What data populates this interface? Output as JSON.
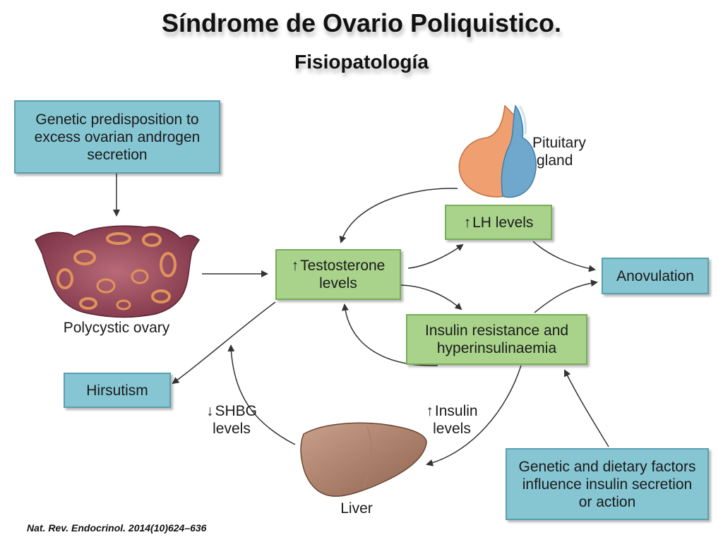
{
  "header": {
    "title": "Síndrome de Ovario Poliquistico.",
    "subtitle": "Fisiopatología"
  },
  "boxes": {
    "genetic_predisposition": "Genetic predisposition to excess ovarian androgen secretion",
    "testosterone_line1": "Testosterone",
    "testosterone_line2": "levels",
    "lh_levels": "LH levels",
    "anovulation": "Anovulation",
    "insulin_resistance": "Insulin resistance and hyperinsulinaemia",
    "hirsutism": "Hirsutism",
    "genetic_dietary": "Genetic and dietary factors influence insulin secretion or action"
  },
  "labels": {
    "polycystic_ovary": "Polycystic ovary",
    "pituitary_gland_line1": "Pituitary",
    "pituitary_gland_line2": "gland",
    "shbg_line1": "SHBG",
    "shbg_line2": "levels",
    "insulin_line1": "Insulin",
    "insulin_line2": "levels",
    "liver": "Liver"
  },
  "arrows": {
    "up": "↑",
    "down": "↓"
  },
  "citation": "Nat. Rev. Endocrinol. 2014(10)624–636",
  "colors": {
    "blue_box": "#86c6d3",
    "green_box": "#a9d38b",
    "ovary": "#9a4a5c",
    "liver": "#b88a72",
    "pituitary_orange": "#f0a070",
    "pituitary_blue": "#6fa8cc"
  }
}
